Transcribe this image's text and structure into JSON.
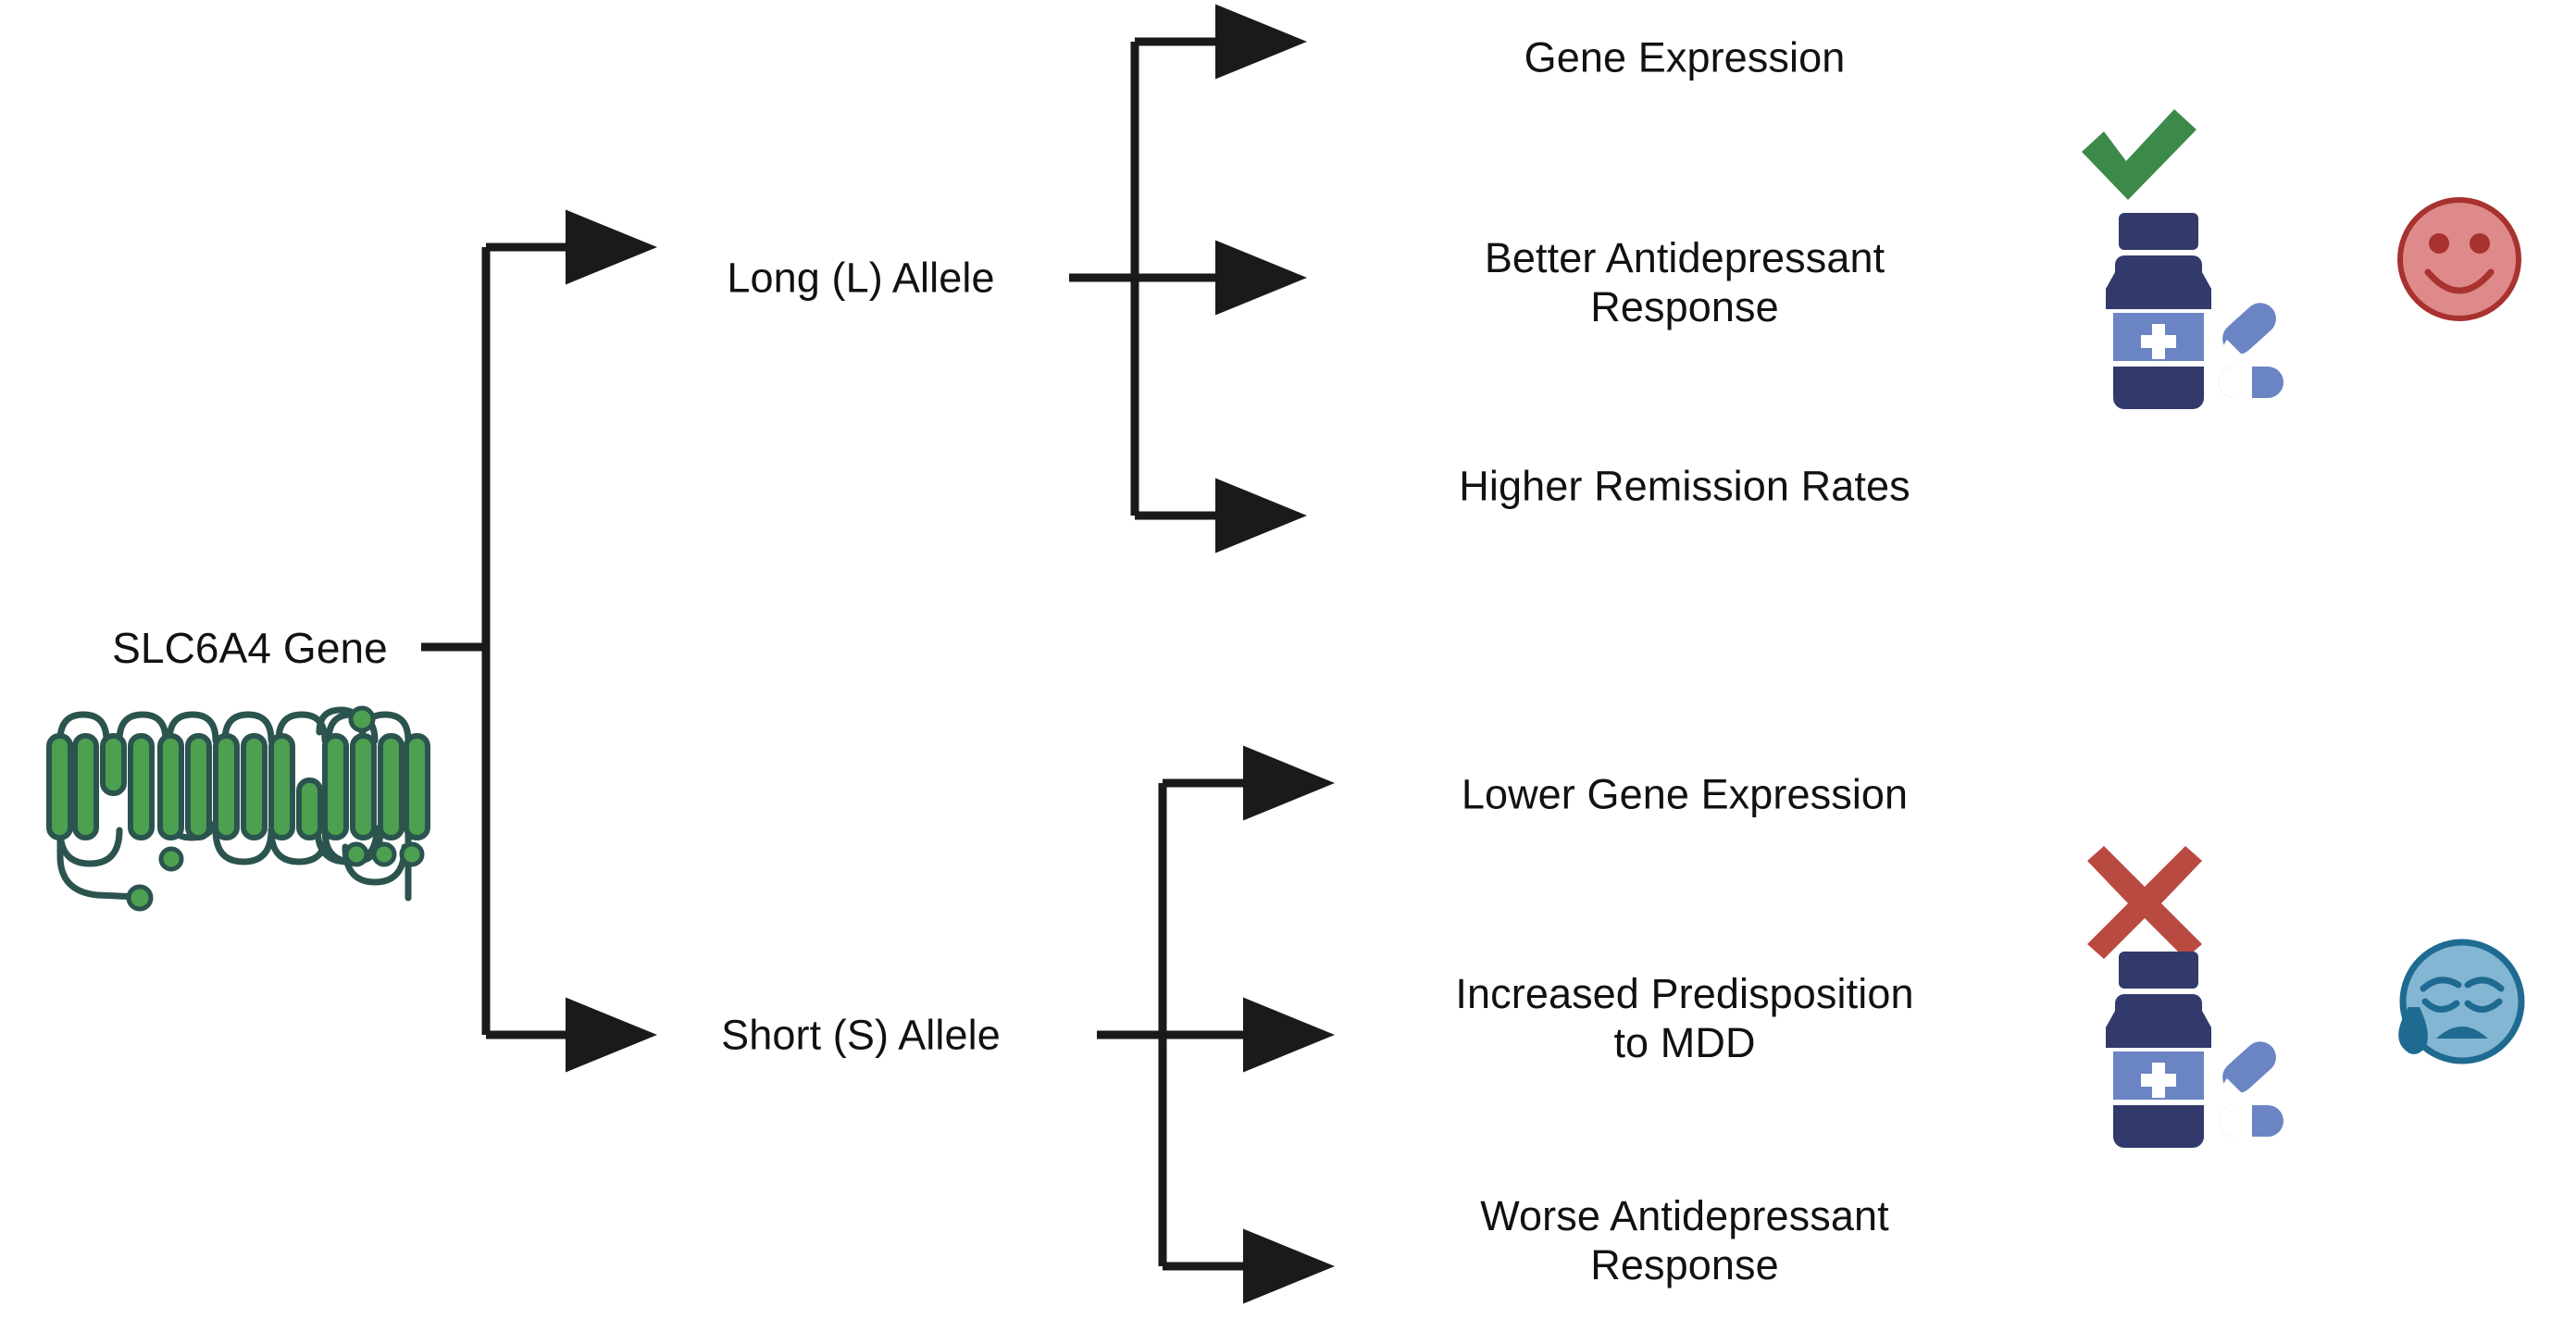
{
  "diagram": {
    "title": "SLC6A4 Gene allele outcomes",
    "root": {
      "label": "SLC6A4 Gene",
      "icon": "serotonin-transporter-protein-icon"
    },
    "colors": {
      "connector": "#1a1a1a",
      "protein_helix": "#4ca050",
      "protein_loop": "#2b544f",
      "check": "#3c8a49",
      "cross": "#b94a42",
      "bottle_dark": "#323a6b",
      "bottle_band": "#6b84c4",
      "pill": "#6b84c4",
      "happy_face": "#de8a8a",
      "happy_outline": "#a8322f",
      "sad_face": "#82b6d2",
      "sad_outline": "#1f6a91"
    },
    "branches": [
      {
        "id": "long-allele",
        "label": "Long (L) Allele",
        "outcomes": [
          "Gene Expression",
          "Better Antidepressant\nResponse",
          "Higher Remission Rates"
        ],
        "verdict_icon": "check-icon",
        "medication_icon": "medication-bottle-icon",
        "mood_icon": "happy-face-icon"
      },
      {
        "id": "short-allele",
        "label": "Short (S) Allele",
        "outcomes": [
          "Lower Gene Expression",
          "Increased Predisposition\nto MDD",
          "Worse Antidepressant\nResponse"
        ],
        "verdict_icon": "cross-icon",
        "medication_icon": "medication-bottle-icon",
        "mood_icon": "sad-crying-face-icon"
      }
    ],
    "bottle": {
      "plus_symbol": "+"
    }
  }
}
